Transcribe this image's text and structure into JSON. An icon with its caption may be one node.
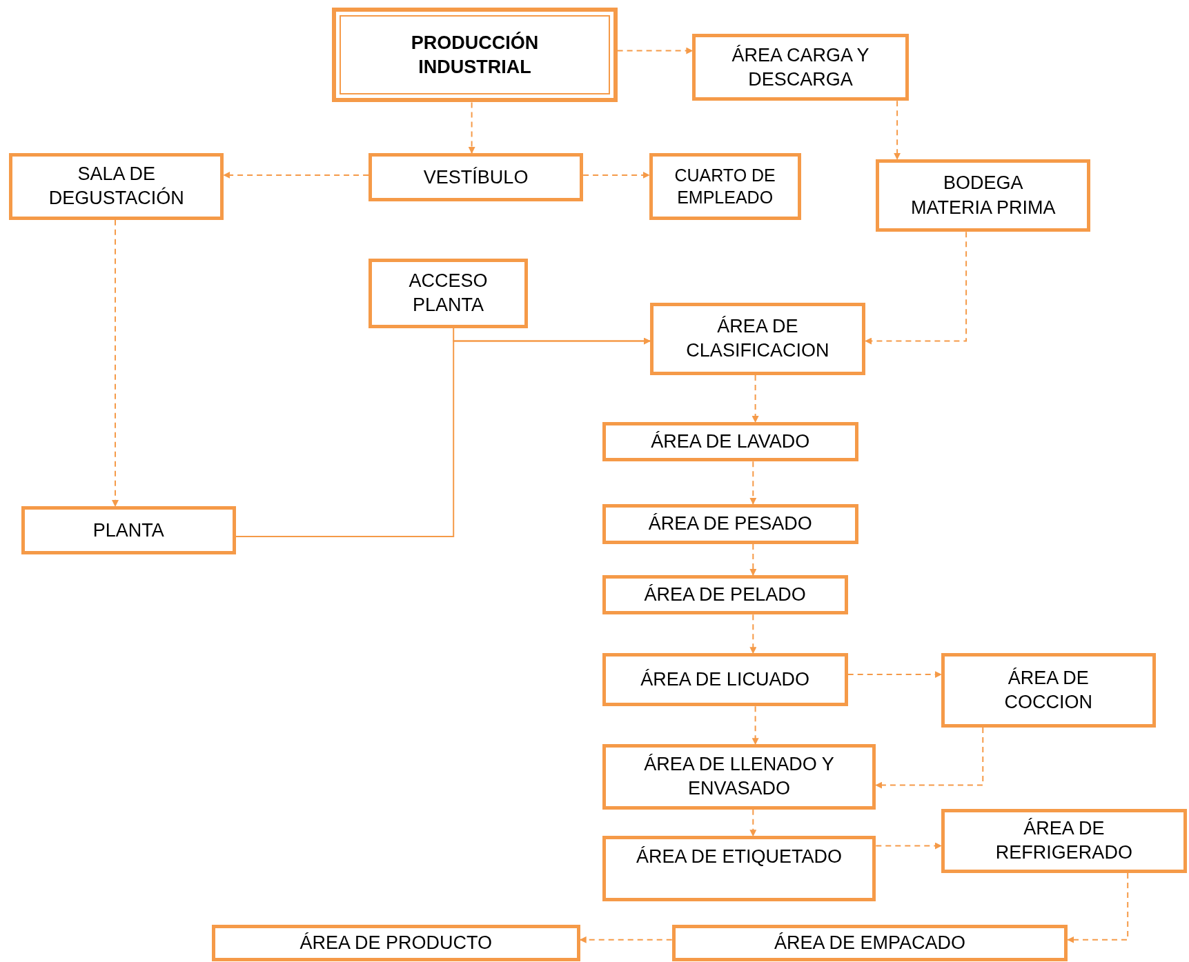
{
  "diagram": {
    "nodes": [
      {
        "text": [
          "PRODUCCIÓN INDUSTRIAL"
        ]
      },
      {
        "text": [
          "ÁREA CARGA Y DESCARGA"
        ]
      },
      {
        "text": [
          "SALA DE DEGUSTACIÓN"
        ]
      },
      {
        "text": [
          "VESTÍBULO"
        ]
      },
      {
        "text": [
          "CUARTO DE EMPLEADO"
        ]
      },
      {
        "text": [
          "BODEGA MATERIA PRIMA"
        ]
      },
      {
        "text": [
          "ACCESO PLANTA"
        ]
      },
      {
        "text": [
          "ÁREA DE CLASIFICACION"
        ]
      },
      {
        "text": [
          "ÁREA DE LAVADO"
        ]
      },
      {
        "text": [
          "ÁREA DE PESADO"
        ]
      },
      {
        "text": [
          "ÁREA DE PELADO"
        ]
      },
      {
        "text": [
          "ÁREA DE LICUADO"
        ]
      },
      {
        "text": [
          "ÁREA DE COCCION"
        ]
      },
      {
        "text": [
          "ÁREA DE LLENADO Y ENVASADO"
        ]
      },
      {
        "text": [
          "ÁREA DE ETIQUETADO"
        ]
      },
      {
        "text": [
          "ÁREA DE REFRIGERADO"
        ]
      },
      {
        "text": [
          "PLANTA"
        ]
      },
      {
        "text": [
          "ÁREA DE PRODUCTO"
        ]
      },
      {
        "text": [
          "ÁREA DE EMPACADO"
        ]
      }
    ],
    "edges": [
      {
        "from": 0,
        "to": 1,
        "arrow": "to",
        "style": "dashed"
      },
      {
        "from": 0,
        "to": 3,
        "arrow": "to",
        "style": "dashed"
      },
      {
        "from": 3,
        "to": 2,
        "arrow": "to",
        "style": "dashed"
      },
      {
        "from": 3,
        "to": 4,
        "arrow": "to",
        "style": "dashed"
      },
      {
        "from": 1,
        "to": 5,
        "arrow": "to",
        "style": "dashed"
      },
      {
        "from": 5,
        "to": 7,
        "arrow": "to",
        "style": "dashed"
      },
      {
        "from": 2,
        "to": 16,
        "arrow": "to",
        "style": "dashed"
      },
      {
        "from": 6,
        "to": 7,
        "arrow": "to"
      },
      {
        "from": 16,
        "to": 7,
        "arrow": "to"
      },
      {
        "from": 7,
        "to": 8,
        "arrow": "to",
        "style": "dashed"
      },
      {
        "from": 8,
        "to": 9,
        "arrow": "to",
        "style": "dashed"
      },
      {
        "from": 9,
        "to": 10,
        "arrow": "to",
        "style": "dashed"
      },
      {
        "from": 10,
        "to": 11,
        "arrow": "to",
        "style": "dashed"
      },
      {
        "from": 11,
        "to": 12,
        "arrow": "to",
        "style": "dashed"
      },
      {
        "from": 11,
        "to": 13,
        "arrow": "to",
        "style": "dashed"
      },
      {
        "from": 12,
        "to": 13,
        "arrow": "to",
        "style": "dashed"
      },
      {
        "from": 13,
        "to": 14,
        "arrow": "to",
        "style": "dashed"
      },
      {
        "from": 14,
        "to": 15,
        "arrow": "to",
        "style": "dashed"
      },
      {
        "from": 15,
        "to": 18,
        "arrow": "to",
        "style": "dashed"
      },
      {
        "from": 18,
        "to": 17,
        "arrow": "to",
        "style": "dashed"
      }
    ]
  }
}
